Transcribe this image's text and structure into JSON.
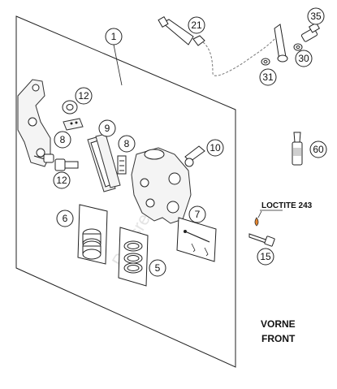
{
  "callouts": {
    "c1": "1",
    "c5": "5",
    "c6": "6",
    "c7": "7",
    "c8a": "8",
    "c8b": "8",
    "c9": "9",
    "c10": "10",
    "c12a": "12",
    "c12b": "12",
    "c15": "15",
    "c21": "21",
    "c30": "30",
    "c31": "31",
    "c35": "35",
    "c60": "60"
  },
  "labels": {
    "loctite": "LOCTITE 243",
    "direction_line1": "VORNE",
    "direction_line2": "FRONT",
    "watermark": "Partsrepublik"
  },
  "colors": {
    "accent": "#e8862e",
    "line": "#222222"
  }
}
